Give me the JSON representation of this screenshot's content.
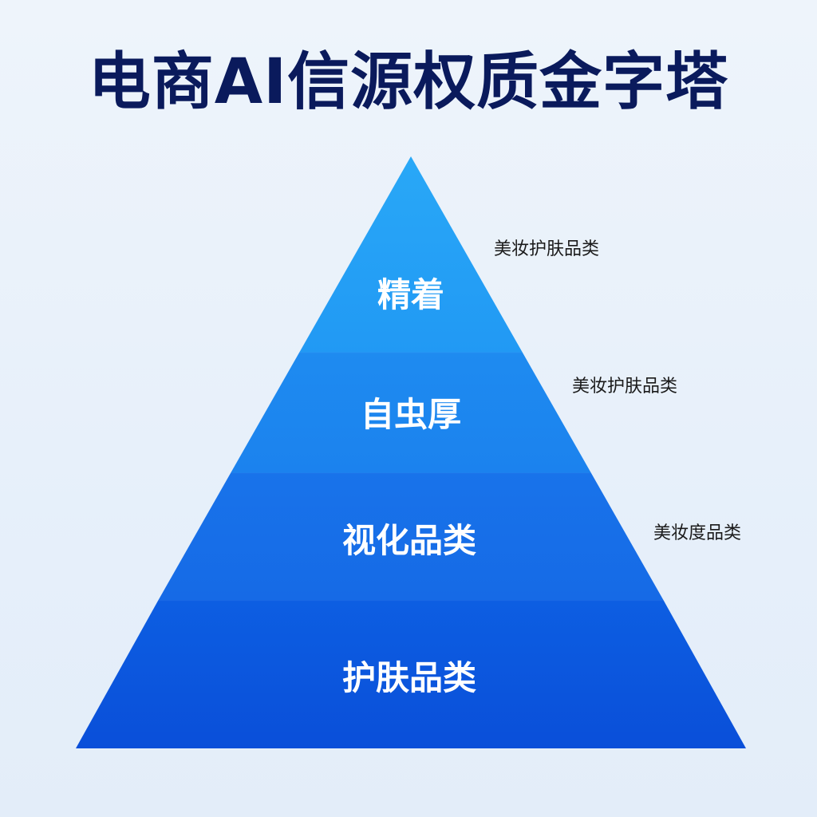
{
  "title": "电商AI信源权质金字塔",
  "tiers": [
    {
      "label": "精着",
      "color_top": "#29a8f7",
      "color_bottom": "#2199f4"
    },
    {
      "label": "自虫厚",
      "color_top": "#1e8bf0",
      "color_bottom": "#1b82ee"
    },
    {
      "label": "视化品类",
      "color_top": "#1873ea",
      "color_bottom": "#166ae6"
    },
    {
      "label": "护肤品类",
      "color_top": "#0d5ee2",
      "color_bottom": "#0a4fd9"
    }
  ],
  "side_notes": [
    {
      "text": "美妆护肤品类"
    },
    {
      "text": "美妆护肤品类"
    },
    {
      "text": "美妆度品类"
    }
  ]
}
